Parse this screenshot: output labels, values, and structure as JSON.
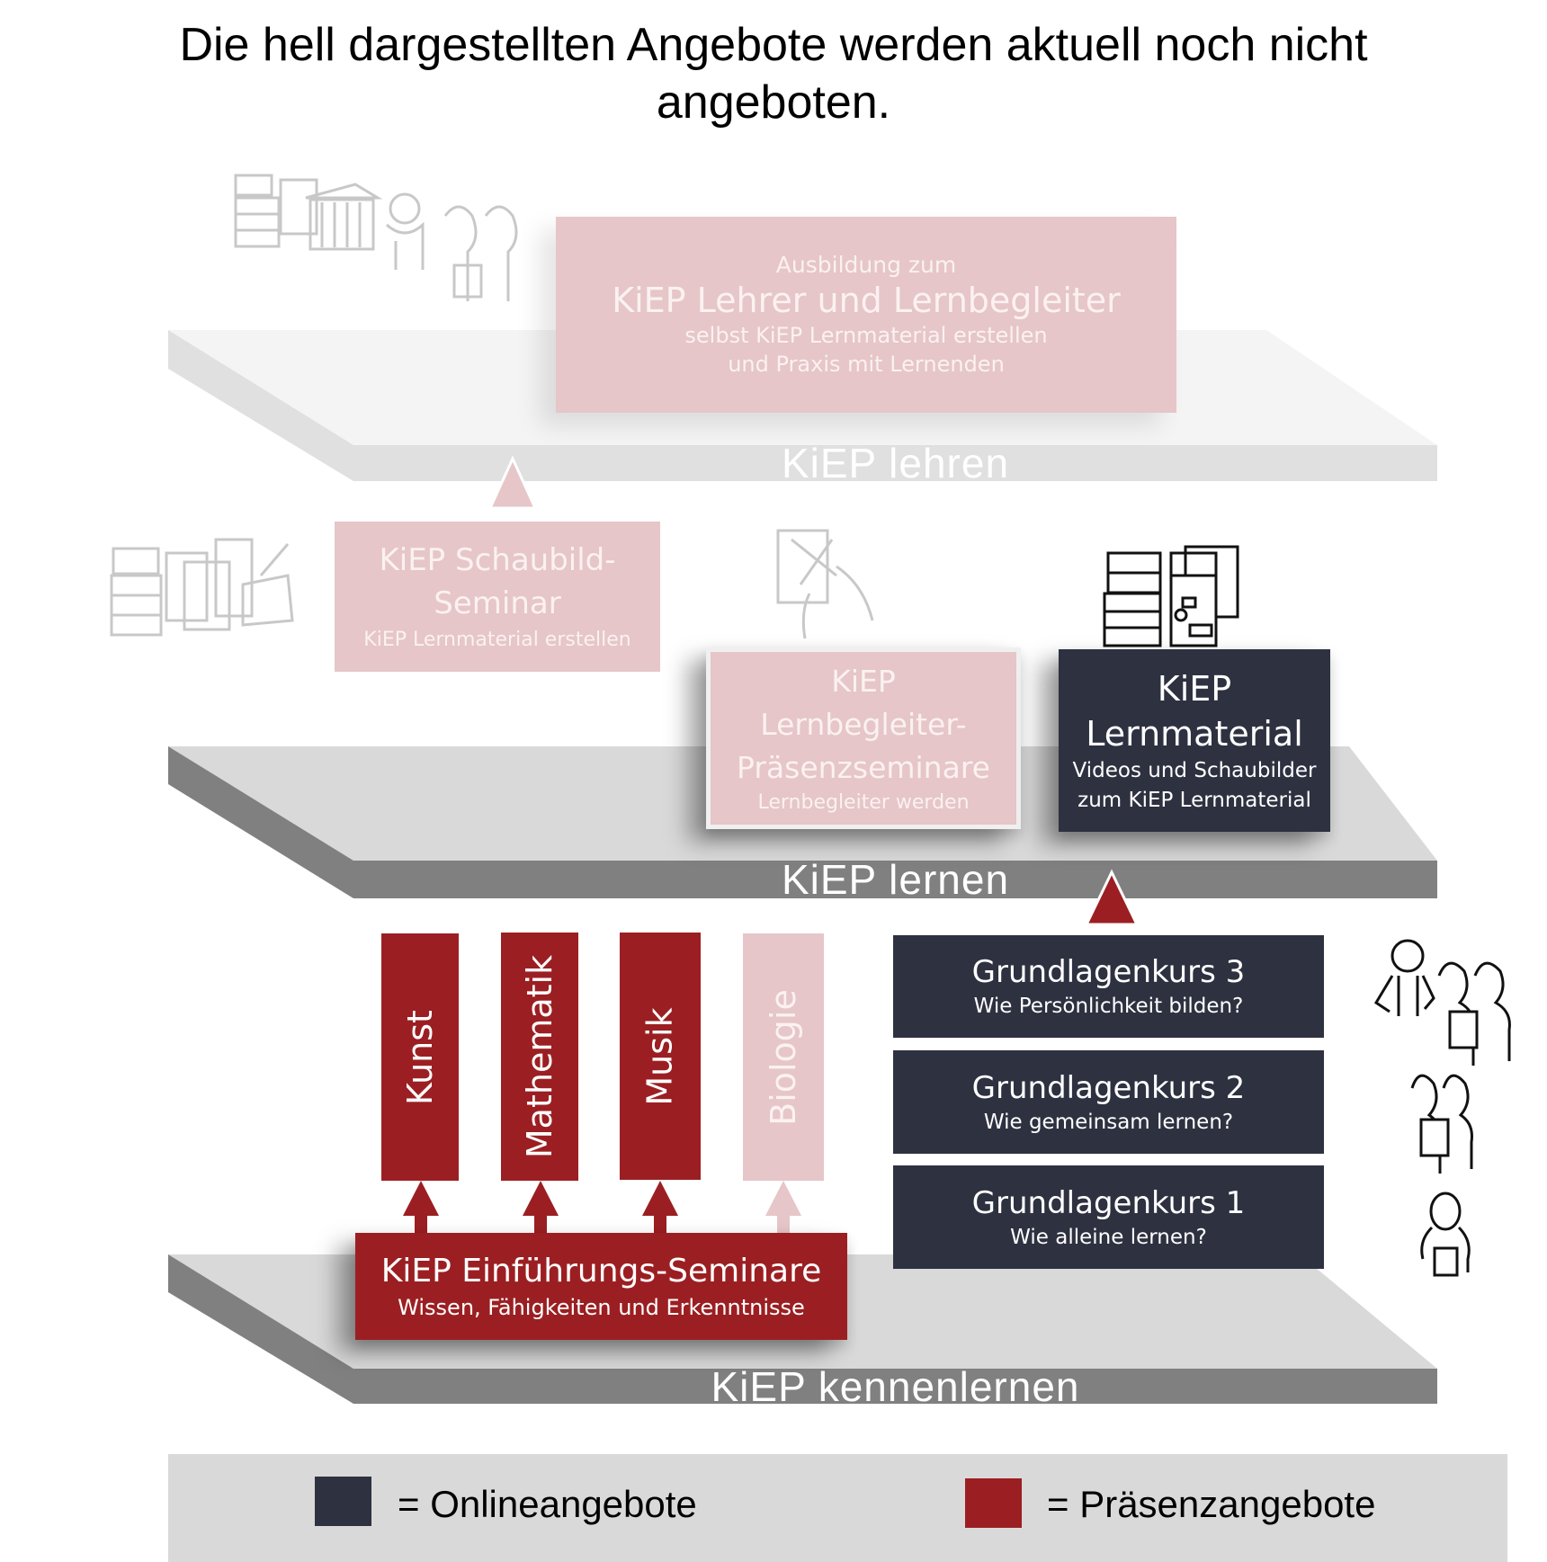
{
  "header": {
    "title_line1": "Die hell dargestellten Angebote werden aktuell noch nicht",
    "title_line2": "angeboten."
  },
  "colors": {
    "online": "#2e3140",
    "praesenz": "#9b1f22",
    "not_offered": "#e6c6c8",
    "platform_top": "#d9d9d9",
    "platform_front": "#808080",
    "platform_top_light": "#f4f4f4",
    "platform_front_light": "#e0e0e0"
  },
  "levels": {
    "lehren": {
      "label": "KiEP lehren"
    },
    "lernen": {
      "label": "KiEP lernen"
    },
    "kennenlernen": {
      "label": "KiEP kennenlernen"
    }
  },
  "boxes": {
    "ausbildung": {
      "pre": "Ausbildung zum",
      "title": "KiEP Lehrer und Lernbegleiter",
      "sub1": "selbst KiEP Lernmaterial erstellen",
      "sub2": "und Praxis mit Lernenden",
      "status": "not_offered"
    },
    "schaubild": {
      "title1": "KiEP Schaubild-",
      "title2": "Seminar",
      "sub": "KiEP Lernmaterial erstellen",
      "status": "not_offered"
    },
    "lernbegleiter": {
      "title1": "KiEP",
      "title2": "Lernbegleiter-",
      "title3": "Präsenzseminare",
      "sub": "Lernbegleiter werden",
      "status": "not_offered"
    },
    "lernmaterial": {
      "title1": "KiEP",
      "title2": "Lernmaterial",
      "sub1": "Videos und Schaubilder",
      "sub2": "zum KiEP Lernmaterial",
      "status": "online"
    },
    "einfuehrung": {
      "title": "KiEP Einführungs-Seminare",
      "sub": "Wissen, Fähigkeiten und Erkenntnisse",
      "status": "praesenz"
    }
  },
  "subjects": [
    {
      "label": "Kunst",
      "status": "praesenz"
    },
    {
      "label": "Mathematik",
      "status": "praesenz"
    },
    {
      "label": "Musik",
      "status": "praesenz"
    },
    {
      "label": "Biologie",
      "status": "not_offered"
    }
  ],
  "courses": [
    {
      "title": "Grundlagenkurs 3",
      "sub": "Wie Persönlichkeit bilden?",
      "status": "online"
    },
    {
      "title": "Grundlagenkurs 2",
      "sub": "Wie gemeinsam lernen?",
      "status": "online"
    },
    {
      "title": "Grundlagenkurs 1",
      "sub": "Wie alleine lernen?",
      "status": "online"
    }
  ],
  "legend": {
    "online_label": "= Onlineangebote",
    "praesenz_label": "= Präsenzangebote"
  },
  "illustrations": [
    "books-institution-people-icon",
    "books-documents-pencil-icon",
    "hands-paper-icon",
    "books-documents-icon",
    "three-people-icon",
    "two-people-icon",
    "one-person-icon"
  ]
}
